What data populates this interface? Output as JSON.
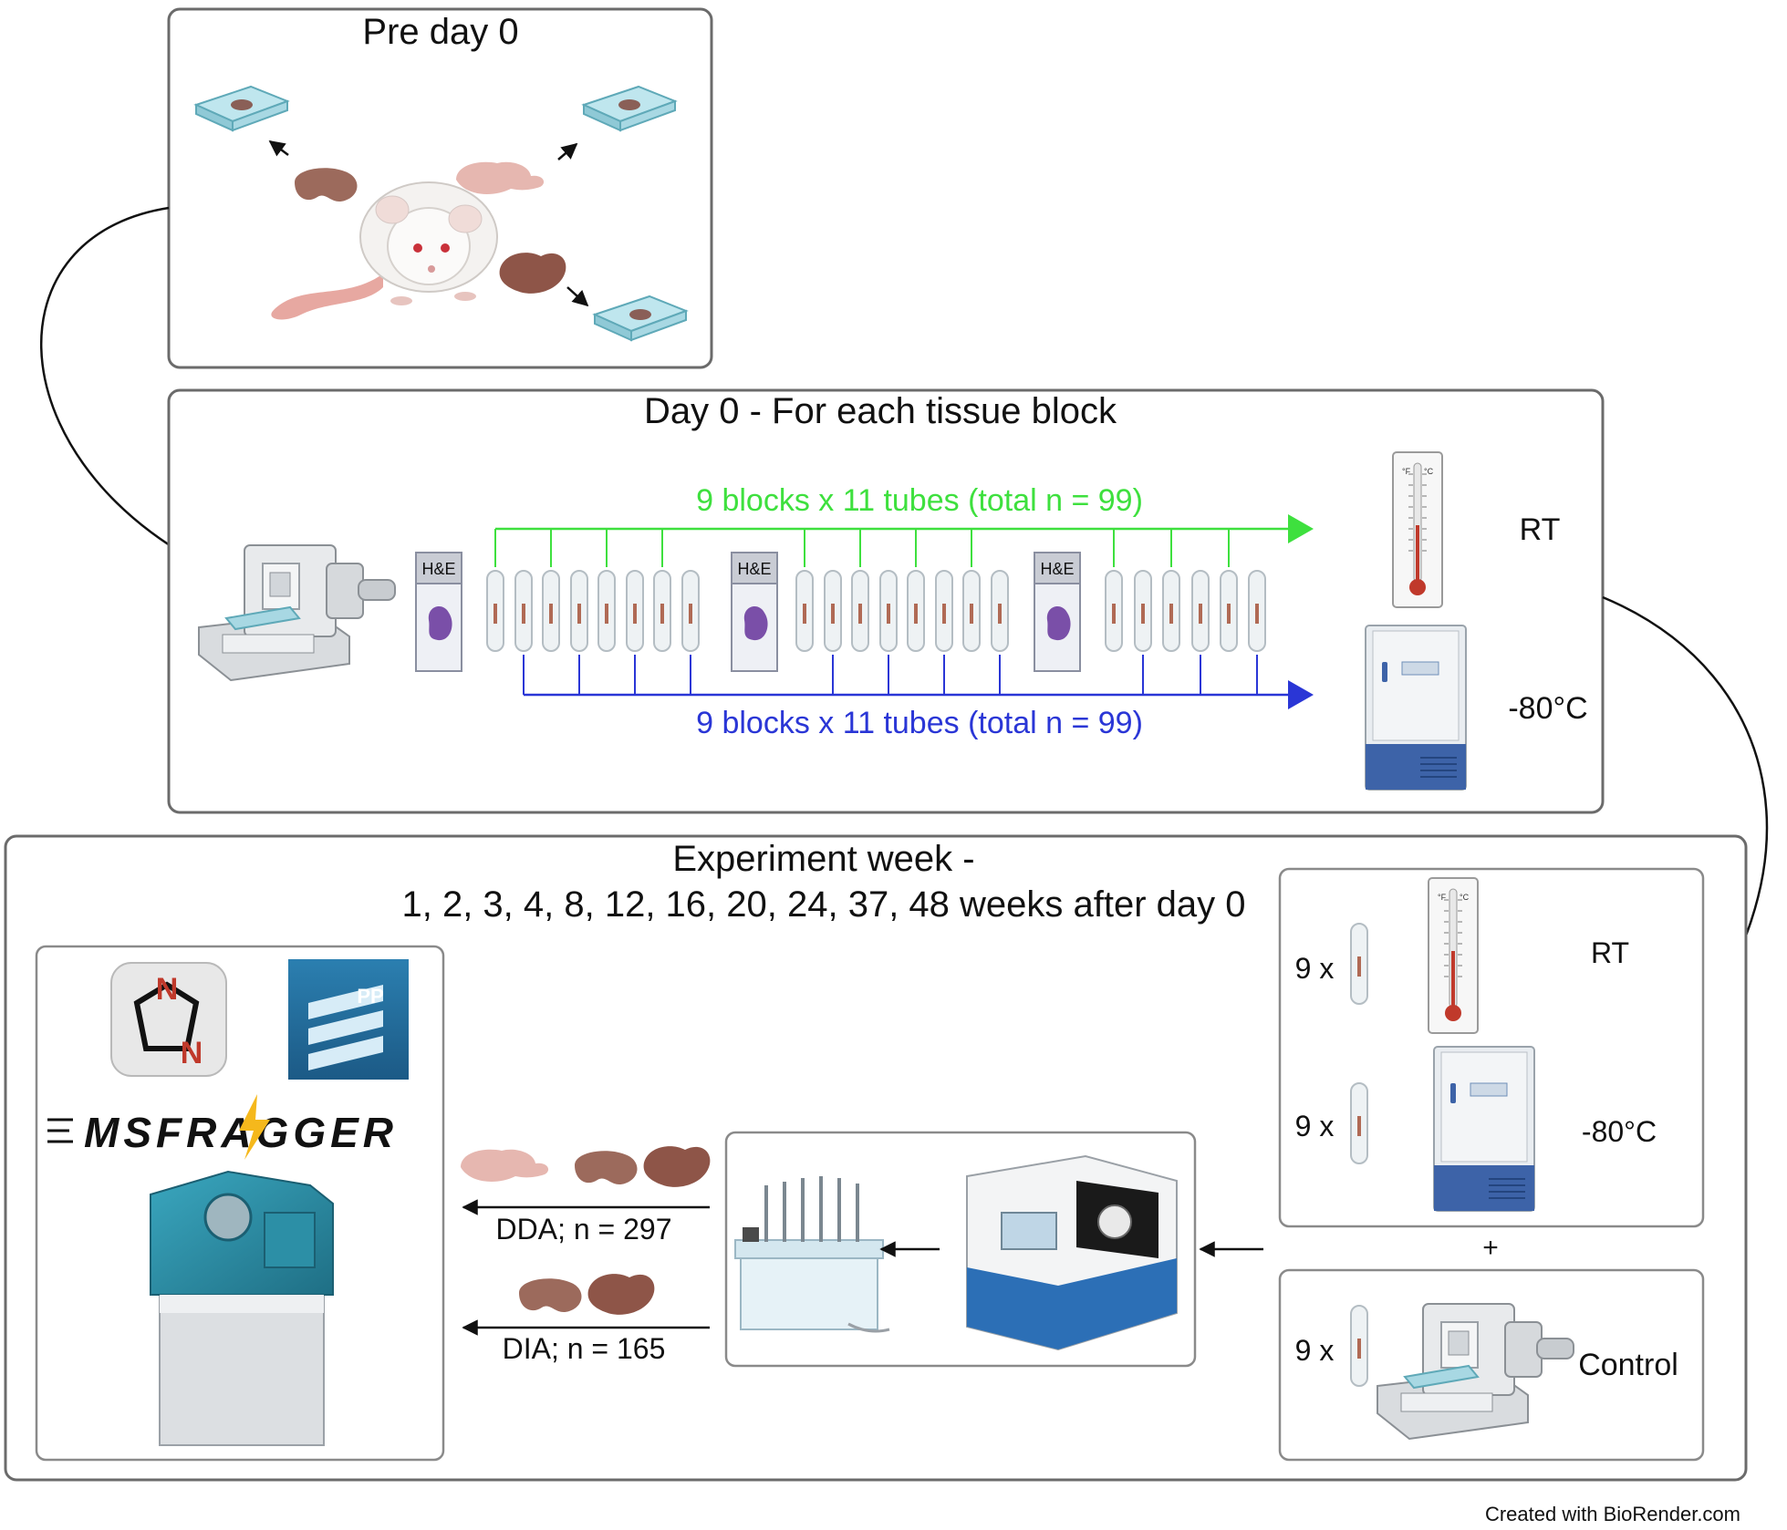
{
  "panels": {
    "pre_day": {
      "title": "Pre day 0"
    },
    "day0": {
      "title": "Day 0 - For each tissue block",
      "green_label": "9 blocks x 11 tubes (total n = 99)",
      "blue_label": "9 blocks x 11 tubes (total n = 99)",
      "he_label": "H&E",
      "rt_label": "RT",
      "freezer_label": "-80°C",
      "thermo_f": "°F",
      "thermo_c": "°C"
    },
    "experiment": {
      "title_line1": "Experiment week -",
      "title_line2": "1, 2, 3, 4, 8, 12, 16, 20, 24, 37, 48 weeks after day 0",
      "software_logo_n1": "N",
      "software_logo_n2": "N",
      "pp_logo": "PP",
      "msfragger_logo": "MSFRAGGER",
      "dda_label": "DDA; n = 297",
      "dia_label": "DIA; n = 165",
      "storage": {
        "rt_count": "9 x",
        "rt_label": "RT",
        "freezer_count": "9 x",
        "freezer_label": "-80°C",
        "plus": "+",
        "control_count": "9 x",
        "control_label": "Control"
      }
    }
  },
  "footer": {
    "credit": "Created with BioRender.com"
  },
  "colors": {
    "green": "#3ee03e",
    "blue": "#2a36d6",
    "panel_border": "#6b6b6b",
    "teal": "#2c8fa6",
    "tissue_brown": "#9c6a5c",
    "brain_pink": "#e6b7b0",
    "he_purple": "#7a4fa8"
  }
}
